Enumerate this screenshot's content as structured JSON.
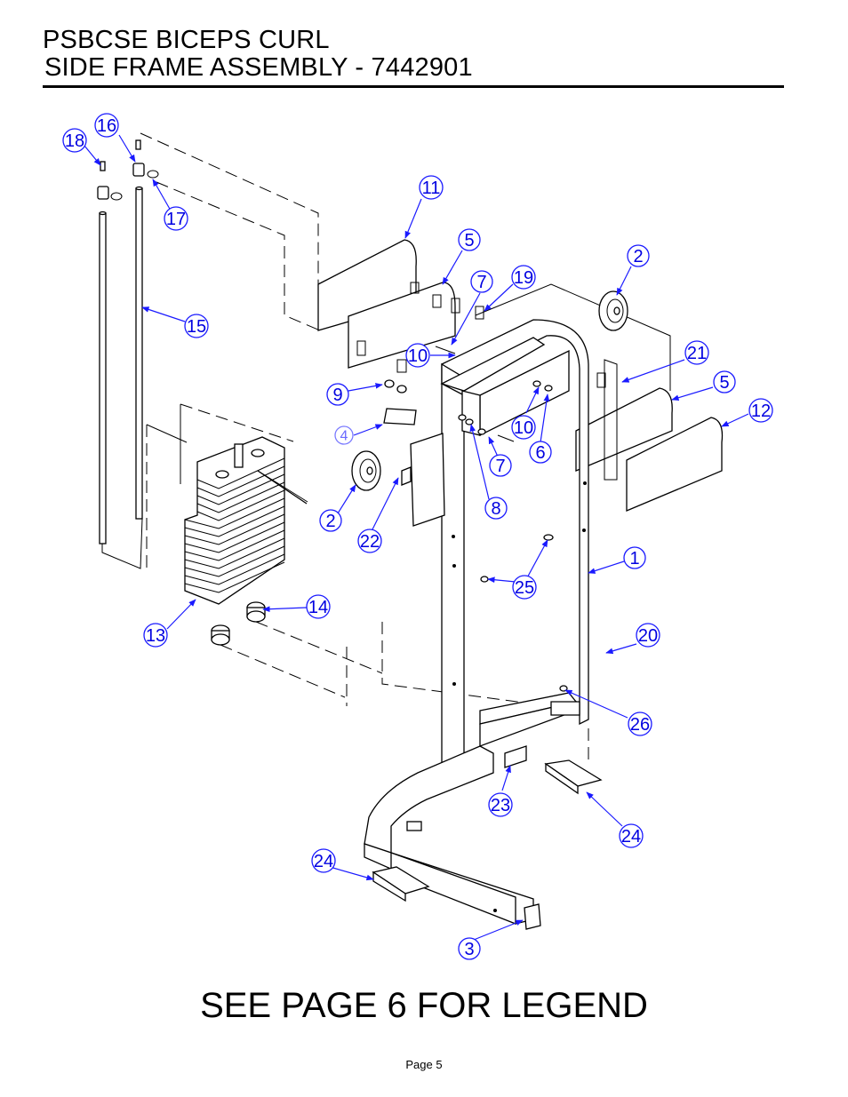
{
  "header": {
    "title_line1": "PSBCSE BICEPS CURL",
    "title_line2": "SIDE FRAME ASSEMBLY - 7442901"
  },
  "callouts": [
    {
      "id": "c1",
      "label": "1"
    },
    {
      "id": "c2a",
      "label": "2"
    },
    {
      "id": "c2b",
      "label": "2"
    },
    {
      "id": "c3",
      "label": "3"
    },
    {
      "id": "c4",
      "label": "4"
    },
    {
      "id": "c5a",
      "label": "5"
    },
    {
      "id": "c5b",
      "label": "5"
    },
    {
      "id": "c6",
      "label": "6"
    },
    {
      "id": "c7a",
      "label": "7"
    },
    {
      "id": "c7b",
      "label": "7"
    },
    {
      "id": "c8",
      "label": "8"
    },
    {
      "id": "c9",
      "label": "9"
    },
    {
      "id": "c10a",
      "label": "10"
    },
    {
      "id": "c10b",
      "label": "10"
    },
    {
      "id": "c11",
      "label": "11"
    },
    {
      "id": "c12",
      "label": "12"
    },
    {
      "id": "c13",
      "label": "13"
    },
    {
      "id": "c14",
      "label": "14"
    },
    {
      "id": "c15",
      "label": "15"
    },
    {
      "id": "c16",
      "label": "16"
    },
    {
      "id": "c17",
      "label": "17"
    },
    {
      "id": "c18",
      "label": "18"
    },
    {
      "id": "c19",
      "label": "19"
    },
    {
      "id": "c20",
      "label": "20"
    },
    {
      "id": "c21",
      "label": "21"
    },
    {
      "id": "c22",
      "label": "22"
    },
    {
      "id": "c23",
      "label": "23"
    },
    {
      "id": "c24a",
      "label": "24"
    },
    {
      "id": "c24b",
      "label": "24"
    },
    {
      "id": "c25",
      "label": "25"
    },
    {
      "id": "c26",
      "label": "26"
    }
  ],
  "footer": {
    "legend_note": "SEE PAGE 6 FOR LEGEND",
    "page_label": "Page 5"
  },
  "colors": {
    "callout": "#0000e0",
    "linework": "#000000"
  }
}
